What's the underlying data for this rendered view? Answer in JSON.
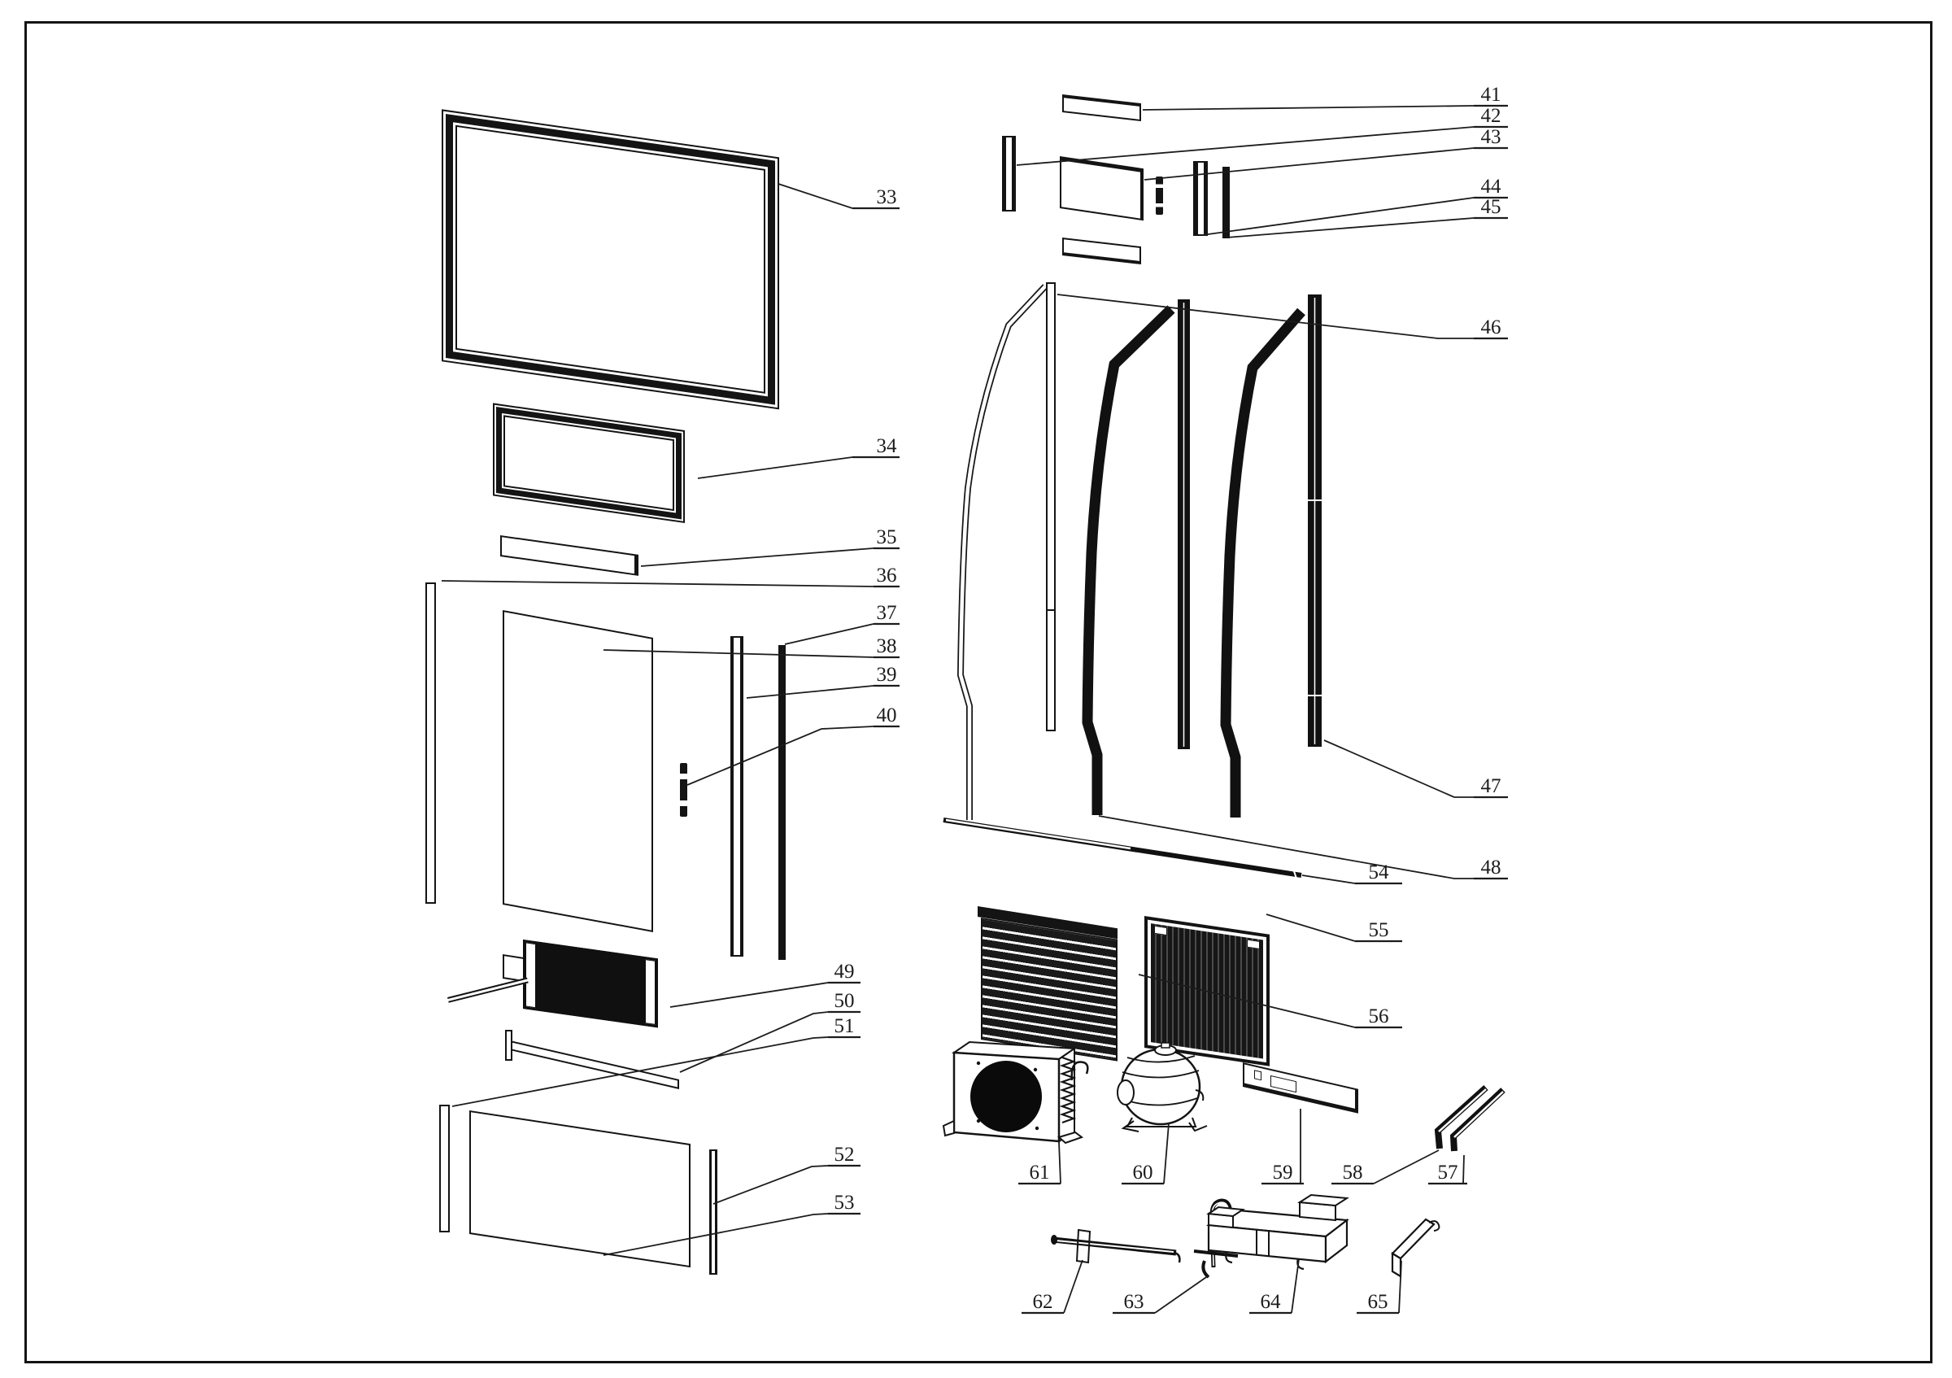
{
  "diagram_type": "exploded-parts-diagram",
  "style": {
    "line_color": "#1c1c1c",
    "background": "#ffffff"
  },
  "callouts": {
    "c33": "33",
    "c34": "34",
    "c35": "35",
    "c36": "36",
    "c37": "37",
    "c38": "38",
    "c39": "39",
    "c40": "40",
    "c41": "41",
    "c42": "42",
    "c43": "43",
    "c44": "44",
    "c45": "45",
    "c46": "46",
    "c47": "47",
    "c48": "48",
    "c49": "49",
    "c50": "50",
    "c51": "51",
    "c52": "52",
    "c53": "53",
    "c54": "54",
    "c55": "55",
    "c56": "56",
    "c57": "57",
    "c58": "58",
    "c59": "59",
    "c60": "60",
    "c61": "61",
    "c62": "62",
    "c63": "63",
    "c64": "64",
    "c65": "65"
  }
}
